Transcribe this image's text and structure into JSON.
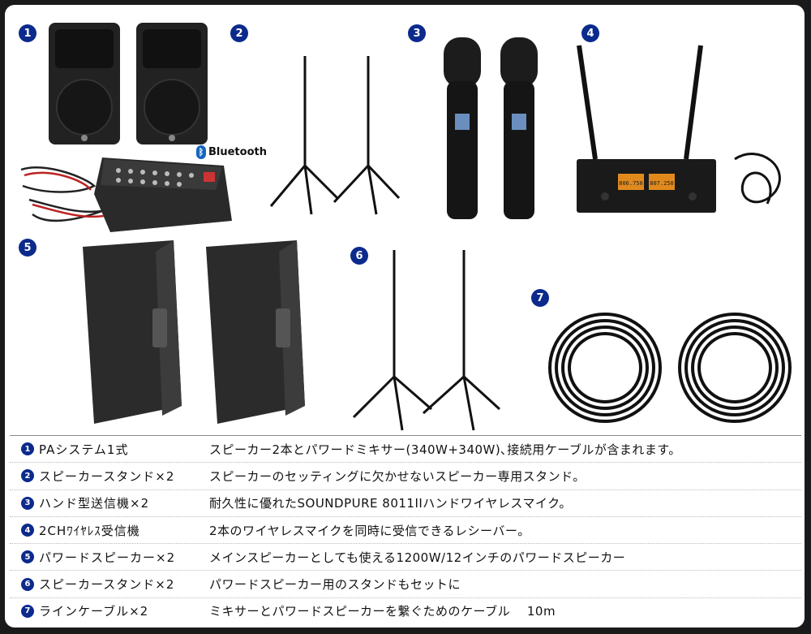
{
  "badges": [
    "1",
    "2",
    "3",
    "4",
    "5",
    "6",
    "7"
  ],
  "bluetooth": {
    "label": "Bluetooth"
  },
  "items": [
    {
      "num": "1",
      "name": "PAシステム1式",
      "desc": "スピーカー2本とパワードミキサー(340W+340W)､接続用ケーブルが含まれます。"
    },
    {
      "num": "2",
      "name": "スピーカースタンド×2",
      "desc": "スピーカーのセッティングに欠かせないスピーカー専用スタンド。"
    },
    {
      "num": "3",
      "name": "ハンド型送信機×2",
      "desc": "耐久性に優れたSOUNDPURE 8011IIハンドワイヤレスマイク。"
    },
    {
      "num": "4",
      "name": "2CHﾜｲﾔﾚｽ受信機",
      "desc": "2本のワイヤレスマイクを同時に受信できるレシーバー。"
    },
    {
      "num": "5",
      "name": "パワードスピーカー×2",
      "desc": "メインスピーカーとしても使える1200W/12インチのパワードスピーカー"
    },
    {
      "num": "6",
      "name": "スピーカースタンド×2",
      "desc": "パワードスピーカー用のスタンドもセットに"
    },
    {
      "num": "7",
      "name": "ラインケーブル×2",
      "desc": "ミキサーとパワードスピーカーを繋ぐためのケーブル　 10m"
    }
  ],
  "receiver": {
    "display1": "806.750",
    "display2": "807.250"
  }
}
